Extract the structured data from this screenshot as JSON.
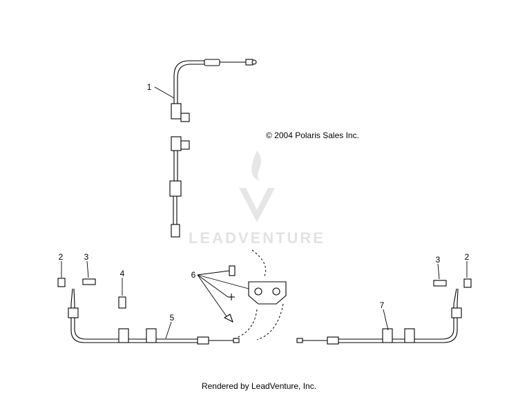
{
  "copyright": "© 2004 Polaris Sales Inc.",
  "footer": "Rendered by LeadVenture, Inc.",
  "watermark": {
    "brand": "LEADVENTURE",
    "logo_icon": "flame-v-logo-icon"
  },
  "callouts": [
    {
      "id": "c1",
      "label": "1"
    },
    {
      "id": "c2-left",
      "label": "2"
    },
    {
      "id": "c3-left",
      "label": "3"
    },
    {
      "id": "c4",
      "label": "4"
    },
    {
      "id": "c5",
      "label": "5"
    },
    {
      "id": "c6",
      "label": "6"
    },
    {
      "id": "c3-right",
      "label": "3"
    },
    {
      "id": "c2-right",
      "label": "2"
    },
    {
      "id": "c7",
      "label": "7"
    }
  ]
}
